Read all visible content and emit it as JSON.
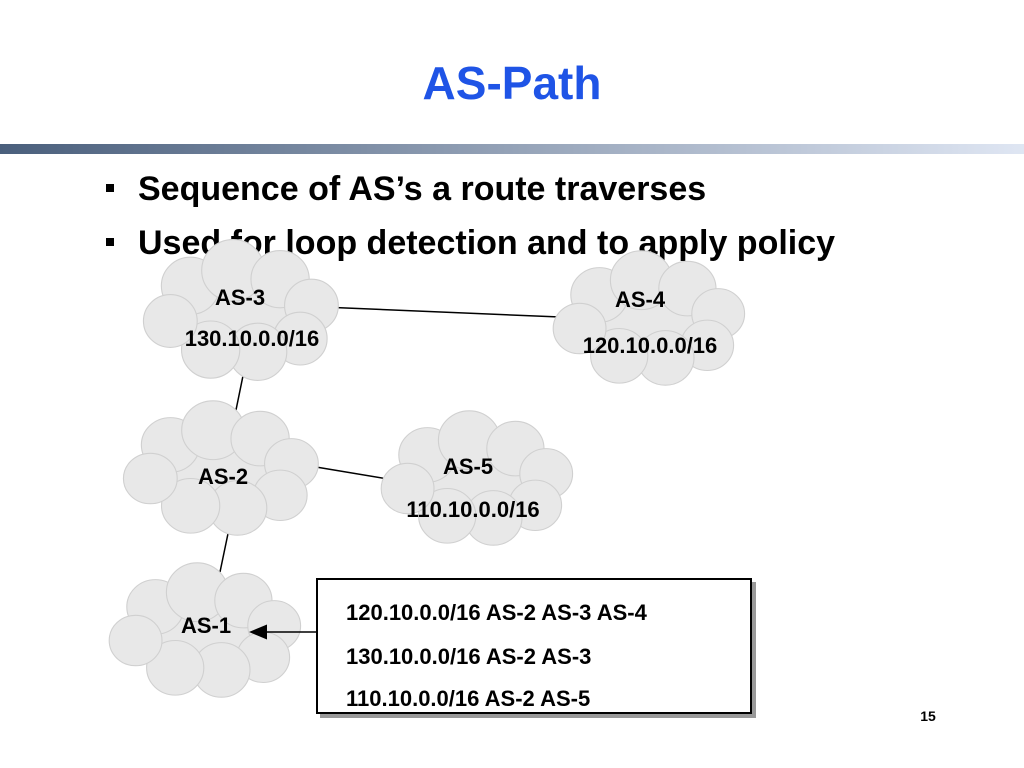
{
  "slide": {
    "title": "AS-Path",
    "page_number": "15"
  },
  "bullets": [
    "Sequence of AS’s a route traverses",
    "Used for loop detection and to apply policy"
  ],
  "diagram": {
    "nodes": [
      {
        "id": "as3",
        "name": "AS-3",
        "prefix": "130.10.0.0/16"
      },
      {
        "id": "as4",
        "name": "AS-4",
        "prefix": "120.10.0.0/16"
      },
      {
        "id": "as2",
        "name": "AS-2",
        "prefix": ""
      },
      {
        "id": "as5",
        "name": "AS-5",
        "prefix": "110.10.0.0/16"
      },
      {
        "id": "as1",
        "name": "AS-1",
        "prefix": ""
      }
    ],
    "links": [
      {
        "from": "as3",
        "to": "as4"
      },
      {
        "from": "as3",
        "to": "as2"
      },
      {
        "from": "as2",
        "to": "as5"
      },
      {
        "from": "as2",
        "to": "as1"
      }
    ]
  },
  "route_table": {
    "entries": [
      "120.10.0.0/16 AS-2 AS-3 AS-4",
      "130.10.0.0/16 AS-2 AS-3",
      "110.10.0.0/16 AS-2 AS-5"
    ]
  },
  "colors": {
    "title": "#1f54e6",
    "cloud_fill": "#e8e8e8",
    "cloud_stroke": "#d0d0d0",
    "bar_dark": "#4a5f7c",
    "bar_light": "#dfe6f3"
  }
}
